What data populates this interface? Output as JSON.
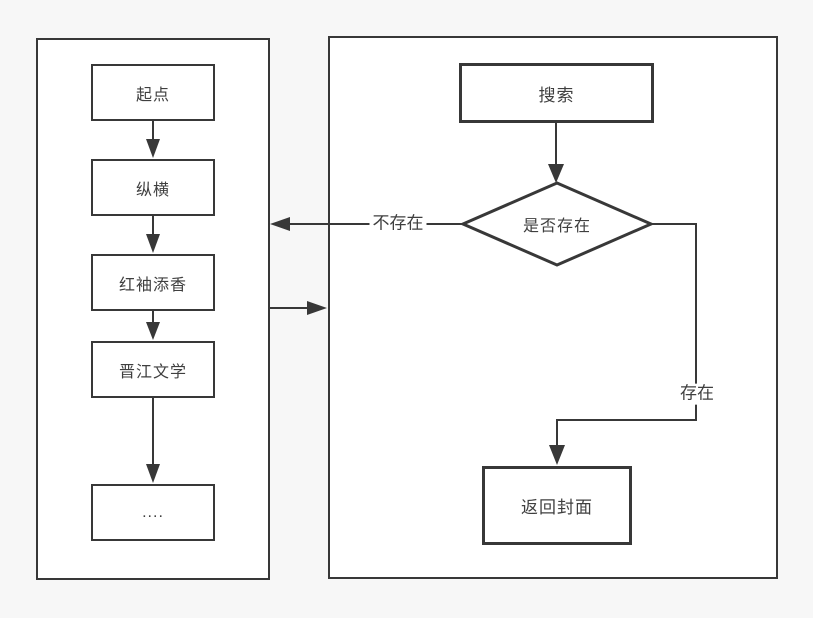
{
  "canvas": {
    "background_color": "#f7f7f7",
    "stroke_color": "#383838",
    "text_color": "#3f3f3f",
    "shape_fill_color": "#ffffff"
  },
  "left_panel": {
    "nodes": [
      {
        "label": "起点"
      },
      {
        "label": "纵横"
      },
      {
        "label": "红袖添香"
      },
      {
        "label": "晋江文学"
      },
      {
        "label": "...."
      }
    ]
  },
  "right_panel": {
    "search_label": "搜索",
    "decision_label": "是否存在",
    "branch_not_exist_label": "不存在",
    "branch_exist_label": "存在",
    "result_label": "返回封面"
  }
}
